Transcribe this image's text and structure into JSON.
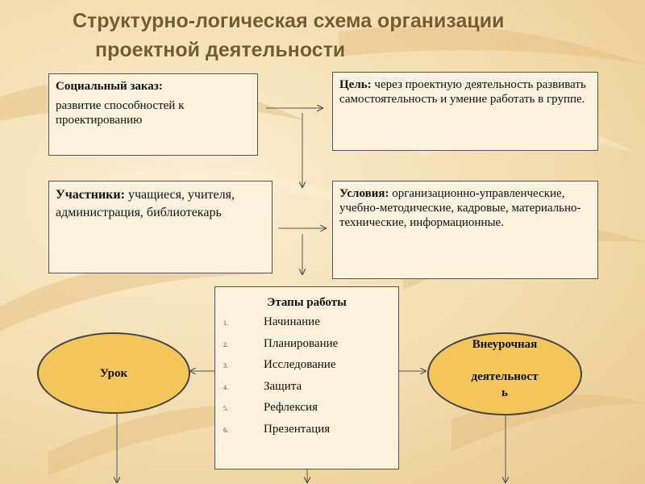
{
  "title": {
    "line1": "Структурно-логическая схема организации",
    "line2": "проектной деятельности"
  },
  "social_order": {
    "label": "Социальный заказ:",
    "text": "развитие способностей к проектированию"
  },
  "goal": {
    "label": "Цель:",
    "text": " через проектную деятельность развивать самостоятельность и умение работать в группе."
  },
  "participants": {
    "label": "Участники:",
    "text": " учащиеся, учителя, администрация, библиотекарь"
  },
  "conditions": {
    "label": "Условия:",
    "text": " организационно-управленческие, учебно-методические, кадровые, материально-технические, информационные."
  },
  "stages": {
    "heading": "Этапы работы",
    "items": [
      {
        "num": "1.",
        "label": "Начинание"
      },
      {
        "num": "2.",
        "label": "Планирование"
      },
      {
        "num": "3.",
        "label": "Исследование"
      },
      {
        "num": "4.",
        "label": "Защита"
      },
      {
        "num": "5.",
        "label": "Рефлексия"
      },
      {
        "num": "6.",
        "label": "Презентация"
      }
    ]
  },
  "lesson": {
    "label": "Урок"
  },
  "extracurricular": {
    "line1": "Внеурочная",
    "line2": "деятельност",
    "line3": "ь"
  },
  "colors": {
    "title": "#7a5a2a",
    "box_fill": "#fbf1dc",
    "ellipse_fill": "#f3c55a",
    "line": "#555555"
  }
}
